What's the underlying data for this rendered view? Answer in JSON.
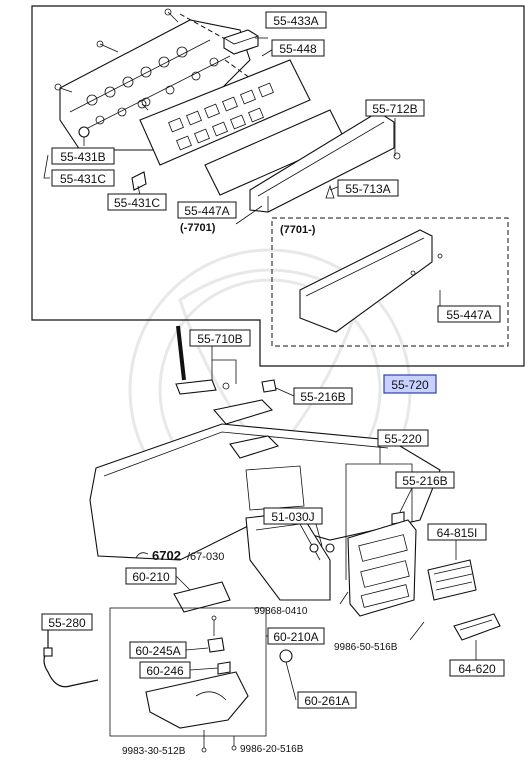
{
  "diagram": {
    "highlight_color": "#c9d2ff",
    "callouts": {
      "p_433a": "55-433A",
      "p_448": "55-448",
      "p_712b": "55-712B",
      "p_431b": "55-431B",
      "p_431c_left": "55-431C",
      "p_431c": "55-431C",
      "p_713a": "55-713A",
      "p_447a": "55-447A",
      "range_before": "(-7701)",
      "range_after": "(7701-)",
      "p_447a_inset": "55-447A",
      "p_710b": "55-710B",
      "p_216b_top": "55-216B",
      "p_720": "55-720",
      "p_220": "55-220",
      "p_216b": "55-216B",
      "p_030j": "51-030J",
      "p_815i": "64-815I",
      "p_6702": "6702",
      "p_6702_sub": "/67-030",
      "p_210": "60-210",
      "p_0410": "99868-0410",
      "p_280": "55-280",
      "p_210a": "60-210A",
      "p_245a": "60-245A",
      "p_246": "60-246",
      "p_516b": "9986-50-516B",
      "p_620": "64-620",
      "p_261a": "60-261A",
      "p_512b": "9983-30-512B",
      "p_20516b": "9986-20-516B"
    }
  }
}
